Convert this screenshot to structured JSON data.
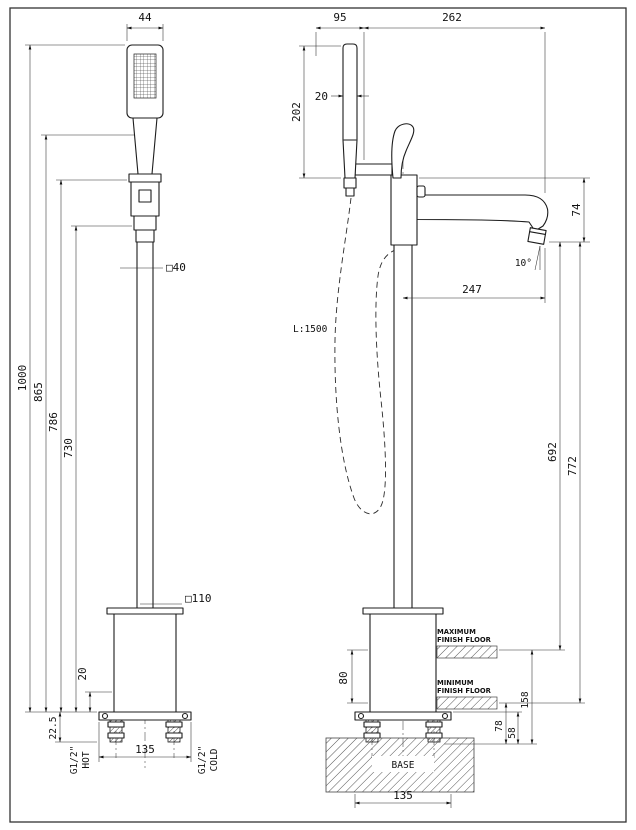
{
  "drawing": {
    "front_view": {
      "dim_44": "44",
      "dim_square40": "□40",
      "dim_1000": "1000",
      "dim_865": "865",
      "dim_786": "786",
      "dim_730": "730",
      "dim_square110": "□110",
      "dim_20": "20",
      "dim_22_5": "22.5",
      "hot_thread": "G1/2\"",
      "hot_label": "HOT",
      "cold_thread": "G1/2\"",
      "cold_label": "COLD",
      "dim_135": "135"
    },
    "side_view": {
      "dim_95": "95",
      "dim_262": "262",
      "dim_202": "202",
      "dim_20": "20",
      "dim_74": "74",
      "dim_angle": "10°",
      "dim_247": "247",
      "hose_length": "L:1500",
      "dim_692": "692",
      "dim_772": "772",
      "dim_80": "80",
      "dim_158": "158",
      "dim_78": "78",
      "dim_58": "58",
      "max_floor_line1": "MAXIMUM",
      "max_floor_line2": "FINISH  FLOOR",
      "min_floor_line1": "MINIMUM",
      "min_floor_line2": "FINISH  FLOOR",
      "base_label": "BASE",
      "dim_135": "135"
    }
  }
}
